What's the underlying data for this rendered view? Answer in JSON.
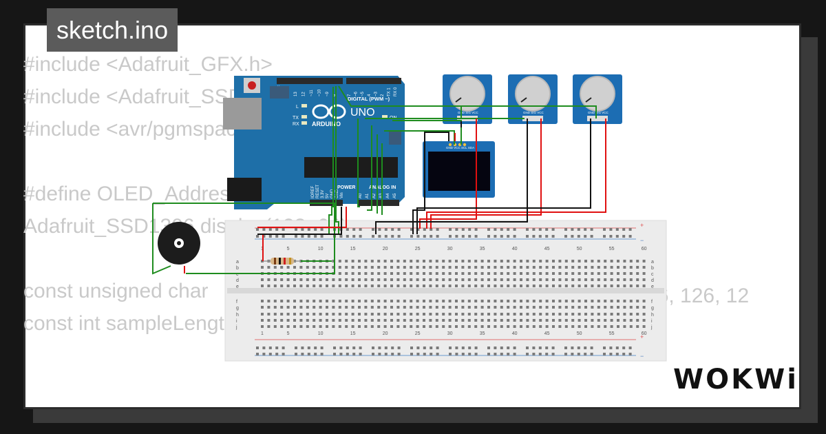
{
  "tab": {
    "filename": "sketch.ino"
  },
  "code": {
    "lines": [
      "#include <Adafruit_GFX.h>",
      "#include <Adafruit_SSD1306.h>",
      "#include <avr/pgmspace.h>",
      "",
      "#define OLED_Address 0x3C",
      "Adafruit_SSD1306 display(128, 64);",
      "",
      "const unsigned char",
      "const int sampleLength"
    ],
    "overflow_text": "26, 126, 12"
  },
  "arduino": {
    "brand": "ARDUINO",
    "model": "UNO",
    "digital_label": "DIGITAL (PWM ~)",
    "power_label": "POWER",
    "analog_label": "ANALOG IN",
    "on_label": "ON",
    "led_labels": [
      "L",
      "TX",
      "RX"
    ],
    "top_pins": [
      "AREF",
      "GND",
      "13",
      "12",
      "~11",
      "~10",
      "~9",
      "8",
      "7",
      "~6",
      "~5",
      "4",
      "~3",
      "2",
      "TX 1",
      "RX 0"
    ],
    "bottom_pins": [
      "IOREF",
      "RESET",
      "3.3V",
      "5V",
      "GND",
      "GND",
      "Vin",
      "A0",
      "A1",
      "A2",
      "A3",
      "A4",
      "A5"
    ]
  },
  "oled": {
    "pins": "GND VCC SCL SDA"
  },
  "potentiometers": [
    {
      "pins": "GND SIG VCC"
    },
    {
      "pins": "GND SIG VCC"
    },
    {
      "pins": "GND SIG VCC"
    }
  ],
  "breadboard": {
    "column_numbers": [
      "1",
      "5",
      "10",
      "15",
      "20",
      "25",
      "30",
      "35",
      "40",
      "45",
      "50",
      "55",
      "60"
    ],
    "row_letters_top": [
      "a",
      "b",
      "c",
      "d",
      "e"
    ],
    "row_letters_bottom": [
      "f",
      "g",
      "h",
      "i",
      "j"
    ],
    "plus_sign": "+",
    "minus_sign": "−"
  },
  "brand_logo": "WOKWi",
  "colors": {
    "wire_green": "#1e8c1e",
    "wire_red": "#e01010",
    "wire_black": "#111111",
    "arduino_blue": "#1e6fa8",
    "module_blue": "#1c6db3"
  },
  "icons": [
    "buzzer-icon",
    "resistor-icon",
    "usb-port-icon",
    "power-jack-icon",
    "reset-button-icon"
  ]
}
